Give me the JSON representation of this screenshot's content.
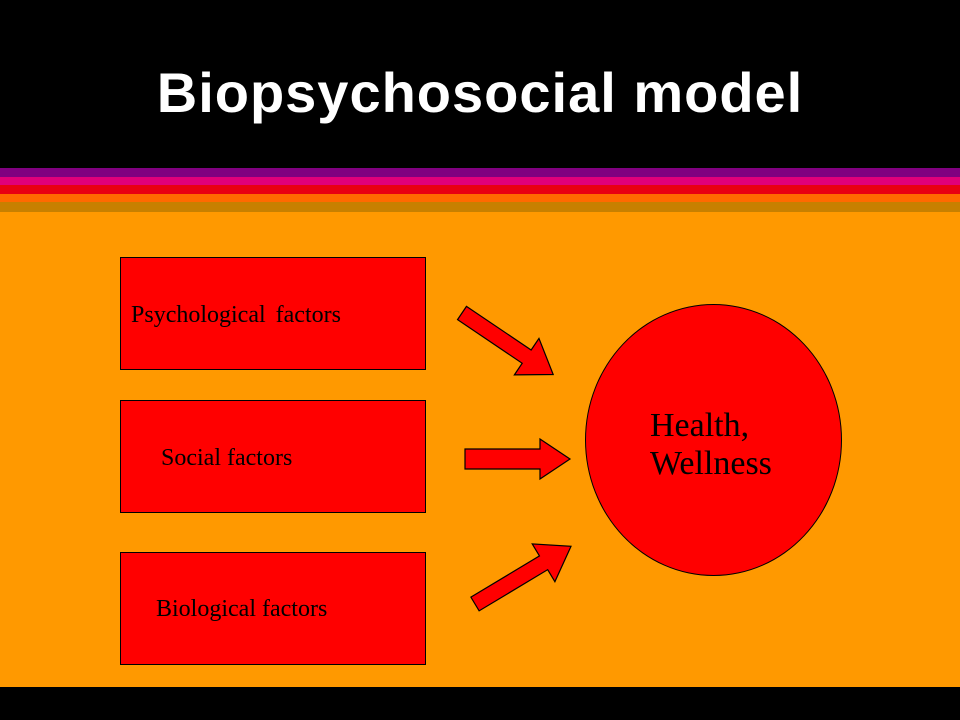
{
  "slide": {
    "title": "Biopsychosocial model",
    "colors": {
      "header_background": "#000000",
      "content_background": "#ff9900",
      "box_fill": "#ff0000",
      "stripe_colors": [
        "#800080",
        "#e0007a",
        "#e80012",
        "#ff6a00",
        "#c78000"
      ]
    }
  },
  "diagram": {
    "factors": [
      {
        "label": "Psychological factors"
      },
      {
        "label": "Social factors"
      },
      {
        "label": "Biological factors"
      }
    ],
    "outcome": {
      "line1": "Health,",
      "line2": "Wellness"
    },
    "arrow_icon": "arrow-right-icon"
  }
}
